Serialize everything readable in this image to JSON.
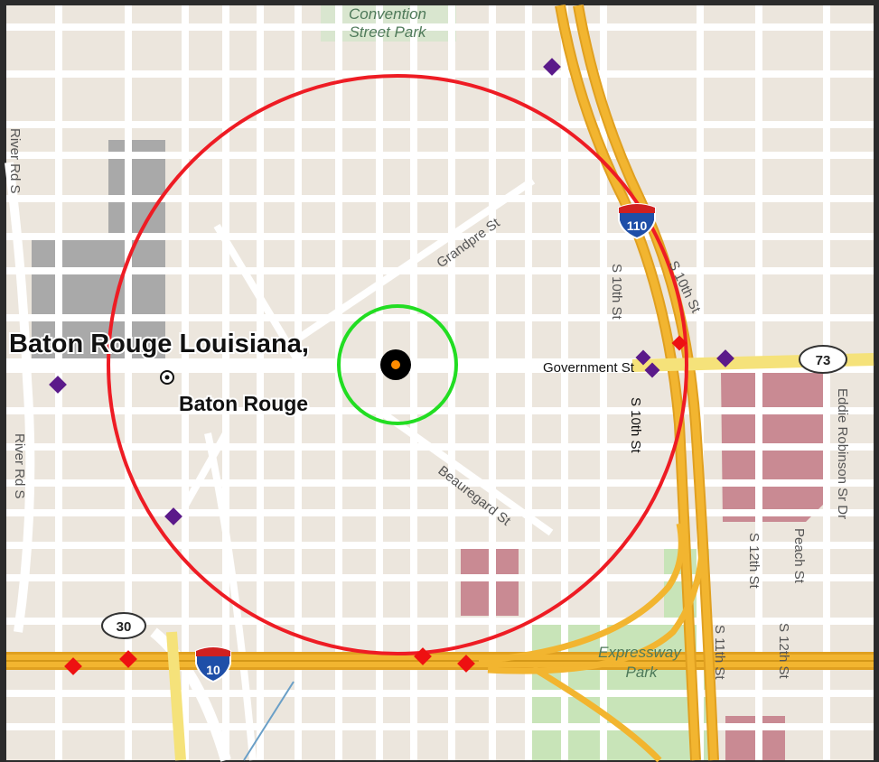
{
  "map": {
    "place_label": "Baton Rouge Louisiana,",
    "city_label": "Baton Rouge",
    "parks": {
      "convention_line1": "Convention",
      "convention_line2": "Street Park",
      "expressway_line1": "Expressway",
      "expressway_line2": "Park"
    },
    "streets": {
      "grandpre": "Grandpre St",
      "beauregard": "Beauregard St",
      "government": "Government St",
      "river_rd_1": "River Rd S",
      "river_rd_2": "River Rd S",
      "s10th_a": "S 10th St",
      "s10th_b": "S 10th St",
      "s10th_c": "S 10th St",
      "s11th": "S 11th St",
      "s12th_a": "S 12th St",
      "s12th_b": "S 12th St",
      "peach": "Peach St",
      "eddie": "Eddie Robinson Sr Dr"
    },
    "shields": {
      "i110": "110",
      "i10": "10",
      "r73": "73",
      "r30": "30"
    },
    "colors": {
      "land": "#ece6dd",
      "road": "#ffffff",
      "highway": "#f2b530",
      "outer_ring": "#ee1c24",
      "inner_ring": "#22dd22",
      "center_marker": "#000000",
      "center_dot": "#ff8c00",
      "marker_purple": "#5b1a8a",
      "marker_red": "#ee1111",
      "park_green": "#c8e4b8",
      "building_pink": "#c98a93",
      "building_gray": "#a9a9a9"
    }
  }
}
